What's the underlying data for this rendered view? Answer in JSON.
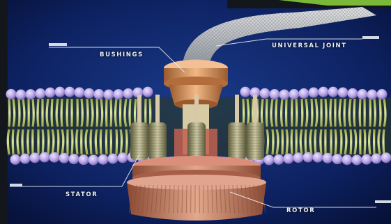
{
  "labels": {
    "bushings": "BUSHINGS",
    "universal_joint": "UNIVERSAL JOINT",
    "stator": "STATOR",
    "rotor": "ROTOR"
  },
  "colors": {
    "background": "#0b1a4a",
    "lipid_head": "#b9a6e6",
    "lipid_tail": "#b8c46a",
    "motor": "#c98a6a",
    "accent": "#7ab83a"
  }
}
